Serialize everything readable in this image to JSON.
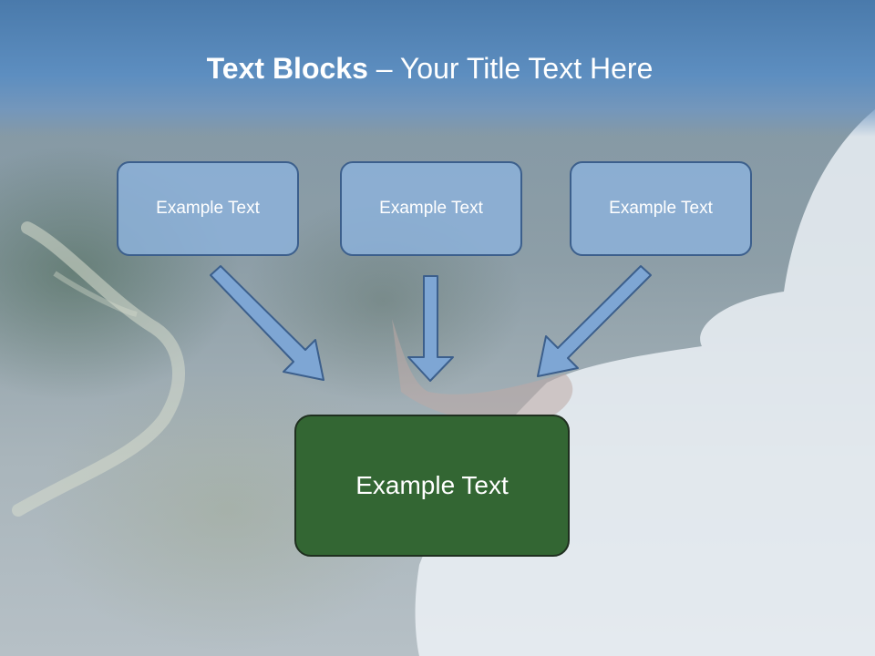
{
  "slide": {
    "title_bold": "Text Blocks",
    "title_rest": " – Your Title Text Here"
  },
  "top_boxes": [
    {
      "label": "Example Text"
    },
    {
      "label": "Example Text"
    },
    {
      "label": "Example Text"
    }
  ],
  "bottom_box": {
    "label": "Example Text"
  },
  "colors": {
    "header": "#5d8ec0",
    "top_box_fill": "#8cb2dc",
    "top_box_border": "#3c5f8c",
    "bottom_box_fill": "#336633",
    "arrow_fill": "#7ea6d4",
    "arrow_stroke": "#3c5f8c"
  }
}
